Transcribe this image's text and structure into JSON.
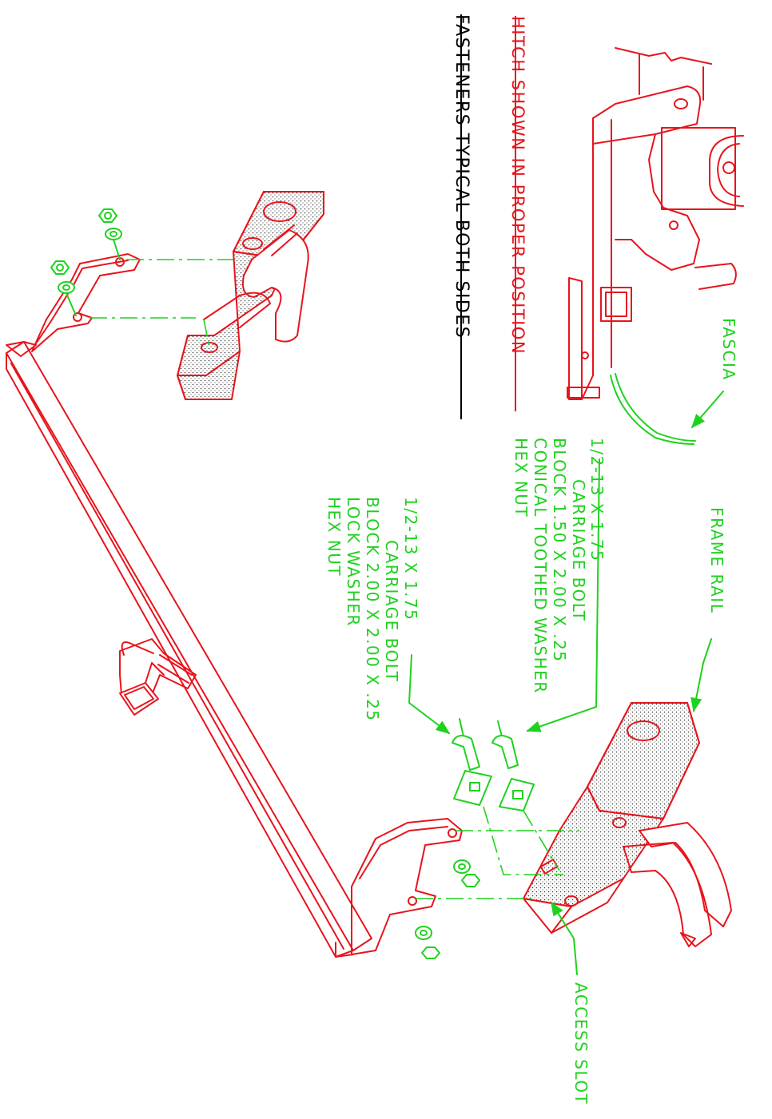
{
  "notes": {
    "fasteners_typical": "FASTENERS TYPICAL BOTH SIDES",
    "hitch_position": "HITCH SHOWN IN PROPER POSITION"
  },
  "callouts": {
    "fascia": "FASCIA",
    "frame_rail": "FRAME RAIL",
    "access_slot": "ACCESS SLOT",
    "fastener_set_a": {
      "line1": "1/2-13 X 1.75",
      "line2": "CARRIAGE BOLT",
      "line3": "BLOCK 1.50 X 2.00 X .25",
      "line4": "CONICAL TOOTHED WASHER",
      "line5": "HEX NUT"
    },
    "fastener_set_b": {
      "line1": "1/2-13 X 1.75",
      "line2": "CARRIAGE BOLT",
      "line3": "BLOCK 2.00 X 2.00 X .25",
      "line4": "LOCK WASHER",
      "line5": "HEX NUT"
    }
  },
  "colors": {
    "part": "#e8141c",
    "fastener": "#1fd21f",
    "note": "#000000",
    "background": "#ffffff"
  }
}
